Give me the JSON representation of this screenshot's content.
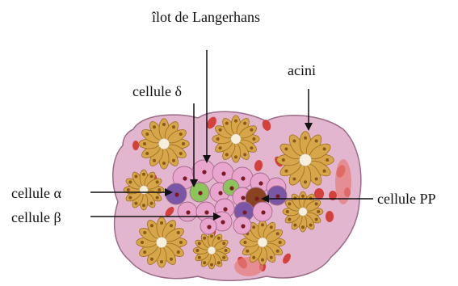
{
  "labels": {
    "islet": "îlot de Langerhans",
    "acini": "acini",
    "delta": "cellule δ",
    "alpha": "cellule α",
    "beta": "cellule β",
    "pp": "cellule PP"
  },
  "colors": {
    "tissue": "#e3b6cf",
    "tissue_outline": "#9a6b86",
    "acinar_cell": "#d7a54a",
    "acinar_cell_dark": "#9c6f1e",
    "blood": "#d4403a",
    "islet_cell": "#e8a6cf",
    "alpha_cell": "#7a56a6",
    "delta_cell": "#8cc45a",
    "pp_cell": "#8a4320",
    "nucleus": "#7a1a22",
    "arrow": "#111111"
  }
}
